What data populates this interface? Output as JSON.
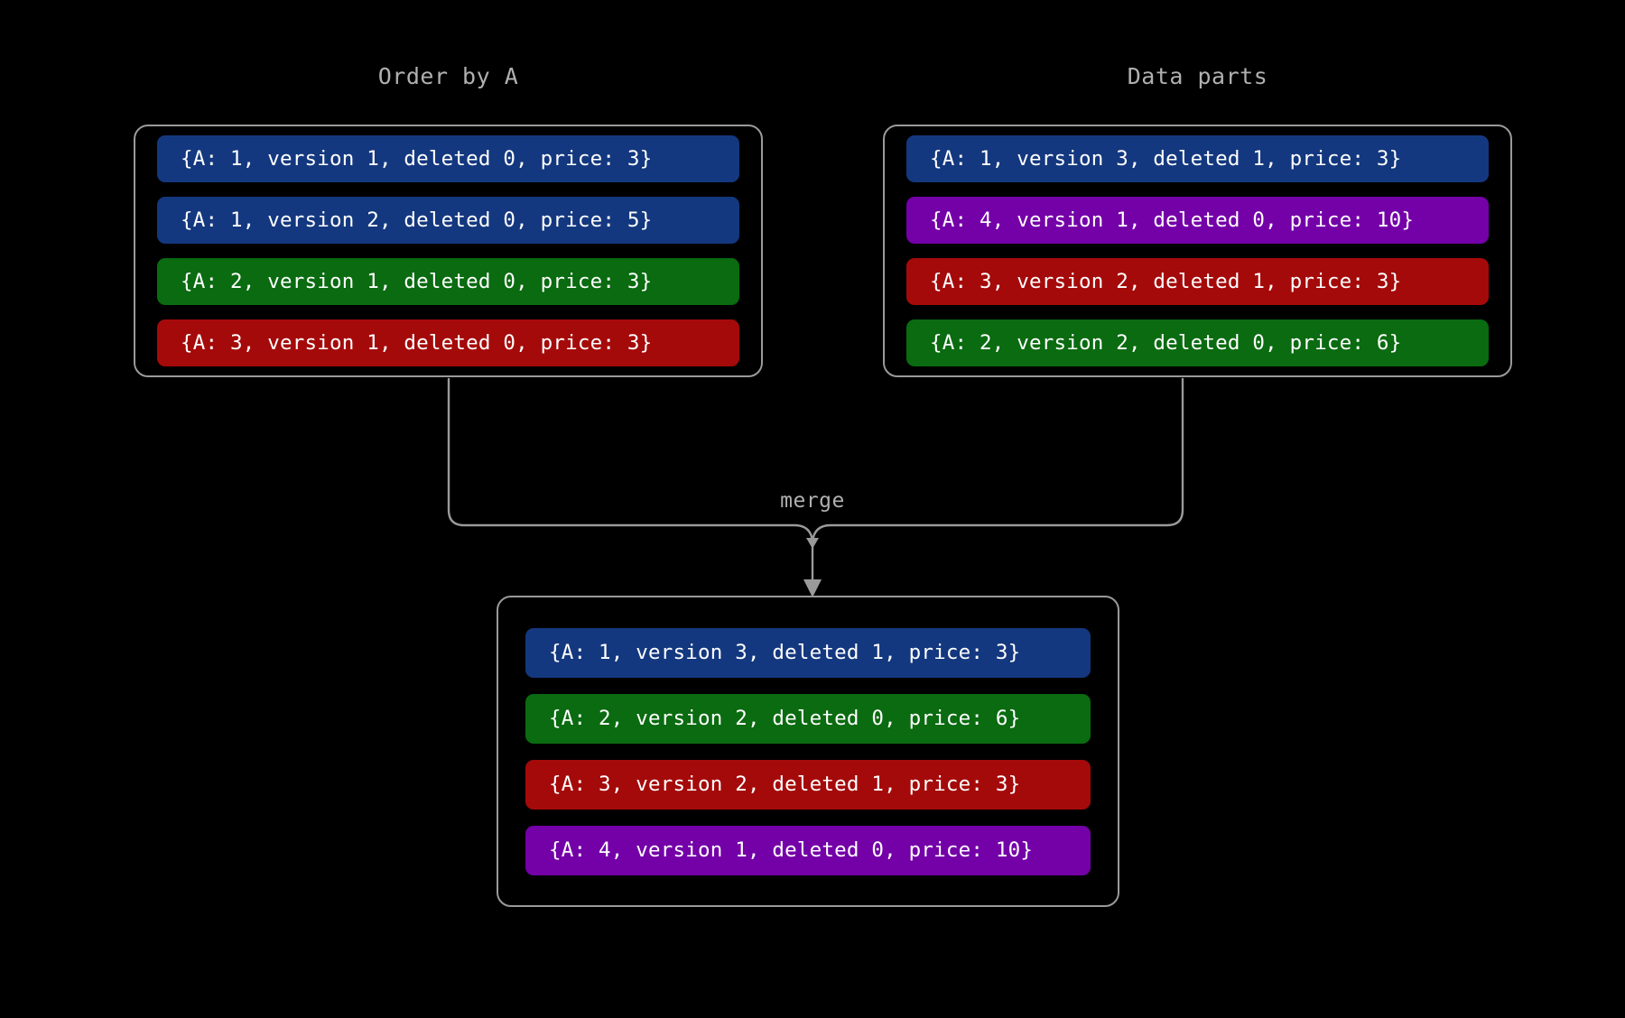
{
  "diagram": {
    "title_left": "Order by A",
    "title_right": "Data parts",
    "merge_label": "merge",
    "background_color": "#000000",
    "border_color": "#9a9a9a",
    "label_color": "#b0b0b0",
    "connector_color": "#9a9a9a",
    "colors": {
      "blue": "#14387f",
      "green": "#0a6b10",
      "red": "#a50a0a",
      "purple": "#7400a8"
    }
  },
  "order_by_a": {
    "title": "Order by A",
    "rows": [
      {
        "text": "{A: 1, version 1, deleted 0, price: 3}",
        "color": "blue"
      },
      {
        "text": "{A: 1, version 2, deleted 0, price: 5}",
        "color": "blue"
      },
      {
        "text": "{A: 2, version 1, deleted 0, price: 3}",
        "color": "green"
      },
      {
        "text": "{A: 3, version 1, deleted 0, price: 3}",
        "color": "red"
      }
    ]
  },
  "data_parts": {
    "title": "Data parts",
    "rows": [
      {
        "text": "{A: 1, version 3, deleted 1, price: 3}",
        "color": "blue"
      },
      {
        "text": "{A: 4, version 1, deleted 0, price: 10}",
        "color": "purple"
      },
      {
        "text": "{A: 3, version 2, deleted 1, price: 3}",
        "color": "red"
      },
      {
        "text": "{A: 2, version 2, deleted 0, price: 6}",
        "color": "green"
      }
    ]
  },
  "merged": {
    "rows": [
      {
        "text": "{A: 1, version 3, deleted 1, price: 3}",
        "color": "blue"
      },
      {
        "text": "{A: 2, version 2, deleted 0, price: 6}",
        "color": "green"
      },
      {
        "text": "{A: 3, version 2, deleted 1, price: 3}",
        "color": "red"
      },
      {
        "text": "{A: 4, version 1, deleted 0, price: 10}",
        "color": "purple"
      }
    ]
  }
}
